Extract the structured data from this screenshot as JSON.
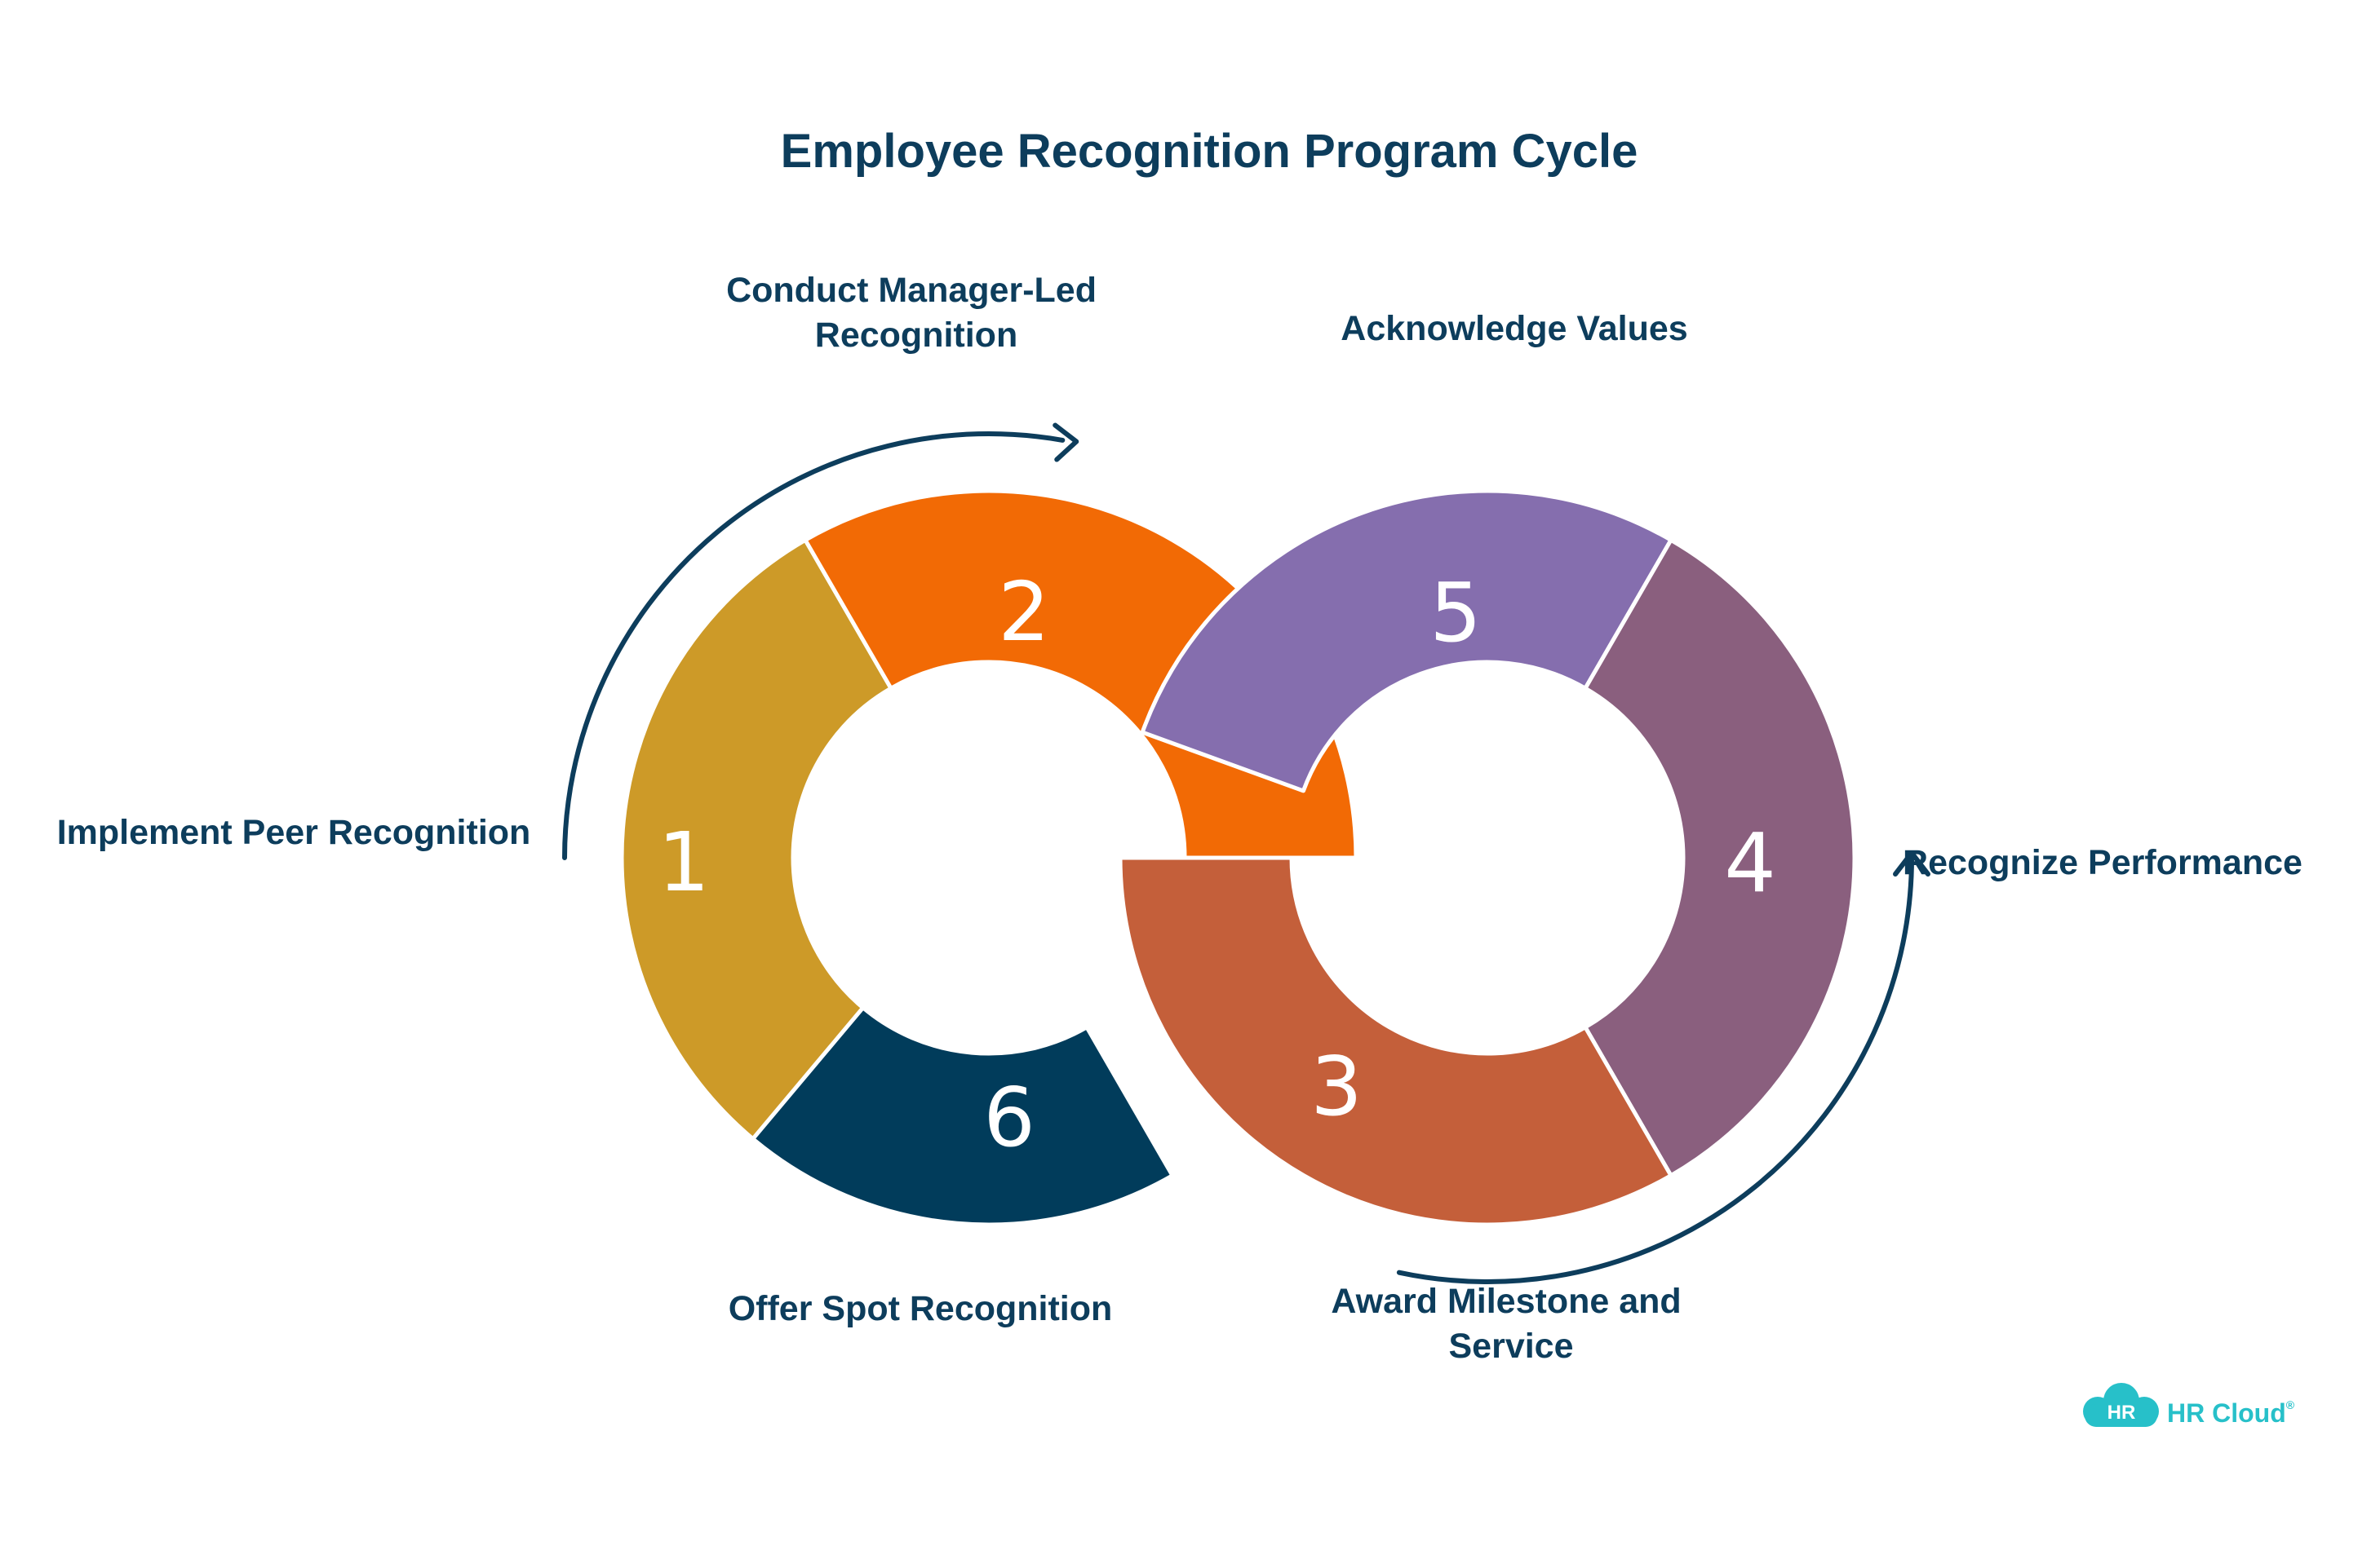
{
  "title": "Employee Recognition Program Cycle",
  "colors": {
    "text": "#0d3d5c",
    "white": "#ffffff",
    "seg1": "#cd9a28",
    "seg2": "#f26a05",
    "seg3": "#c45f3a",
    "seg4": "#8a5f7e",
    "seg5": "#856eae",
    "seg6": "#013c5b",
    "logo": "#27c0c9"
  },
  "segments": [
    {
      "number": "1",
      "label_lines": [
        "Implement Peer Recognition"
      ]
    },
    {
      "number": "2",
      "label_lines": [
        "Conduct Manager-Led",
        "Recognition"
      ]
    },
    {
      "number": "3",
      "label_lines": [
        "Award Milestone and",
        "Service"
      ]
    },
    {
      "number": "4",
      "label_lines": [
        "Recognize Performance"
      ]
    },
    {
      "number": "5",
      "label_lines": [
        "Acknowledge Values"
      ]
    },
    {
      "number": "6",
      "label_lines": [
        "Offer Spot Recognition"
      ]
    }
  ],
  "logo": {
    "badge": "HR",
    "name": "HR Cloud",
    "mark": "®",
    "icon": "cloud-icon"
  },
  "arrows": [
    "arrow-left-icon",
    "arrow-right-icon"
  ]
}
